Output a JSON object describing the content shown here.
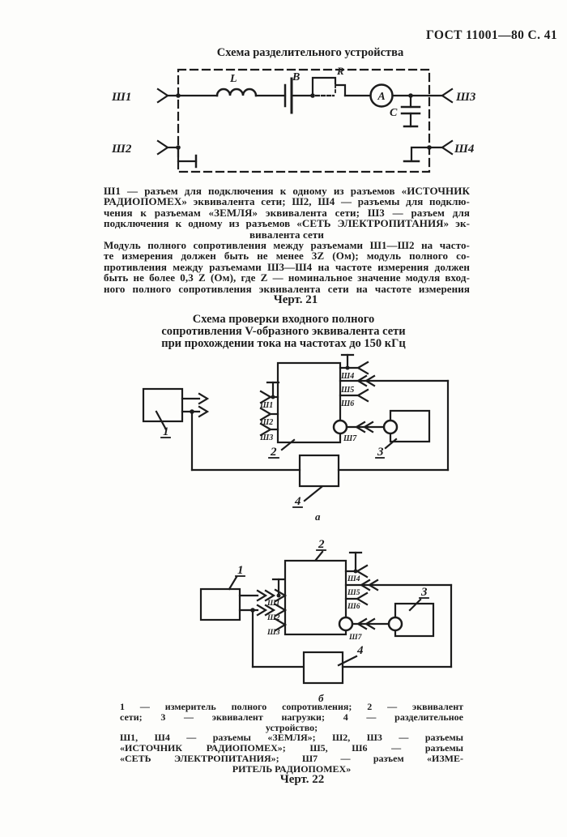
{
  "page": {
    "header": "ГОСТ 11001—80 С. 41",
    "ink": "#1c1c1c",
    "paper": "#fdfdfb"
  },
  "fig21": {
    "title": "Схема разделительного устройства",
    "caption": "Черт. 21",
    "labels": {
      "sh1": "Ш1",
      "sh2": "Ш2",
      "sh3": "Ш3",
      "sh4": "Ш4",
      "inductor": "L",
      "cap_b": "В",
      "resistor": "R",
      "ammeter": "А",
      "cap_c": "С"
    },
    "note1_lines": [
      "Ш1 — разъем для подключения к одному из разъемов «ИСТОЧНИК",
      "РАДИОПОМЕХ» эквивалента сети; Ш2, Ш4 — разъемы для подклю-",
      "чения к разъемам «ЗЕМЛЯ» эквивалента сети; Ш3 — разъем для",
      "подключения к одному из разъемов «СЕТЬ ЭЛЕКТРОПИТАНИЯ» эк-"
    ],
    "note1_last": "вивалента сети",
    "note2_lines": [
      "Модуль полного сопротивления между разъемами Ш1—Ш2 на часто-",
      "те измерения должен быть не менее 3Z (Ом); модуль полного со-",
      "противления между разъемами Ш3—Ш4 на частоте измерения должен",
      "быть не более 0,3 Z (Ом), где Z — номинальное значение модуля вход-",
      "ного полного сопротивления эквивалента сети на частоте измерения"
    ]
  },
  "fig22": {
    "title_lines": [
      "Схема проверки входного полного",
      "сопротивления V-образного эквивалента сети",
      "при прохождении тока на частотах до 150 кГц"
    ],
    "caption": "Черт. 22",
    "sub_a": "а",
    "sub_b": "б",
    "labels": {
      "n1": "1",
      "n2": "2",
      "n3": "3",
      "n4": "4",
      "sh1": "Ш1",
      "sh2": "Ш2",
      "sh3": "Ш3",
      "sh4": "Ш4",
      "sh5": "Ш5",
      "sh6": "Ш6",
      "sh7": "Ш7"
    },
    "legend_lines_1": [
      "1 — измеритель полного сопротивления; 2 — эквивалент",
      "сети; 3 — эквивалент нагрузки; 4 — разделительное"
    ],
    "legend_center_1": "устройство;",
    "legend_lines_2": [
      "Ш1, Ш4 — разъемы «ЗЕМЛЯ»; Ш2, Ш3 — разъемы",
      "«ИСТОЧНИК РАДИОПОМЕХ»; Ш5, Ш6 — разъемы",
      "«СЕТЬ ЭЛЕКТРОПИТАНИЯ»; Ш7 — разъем «ИЗМЕ-"
    ],
    "legend_center_2": "РИТЕЛЬ РАДИОПОМЕХ»"
  }
}
